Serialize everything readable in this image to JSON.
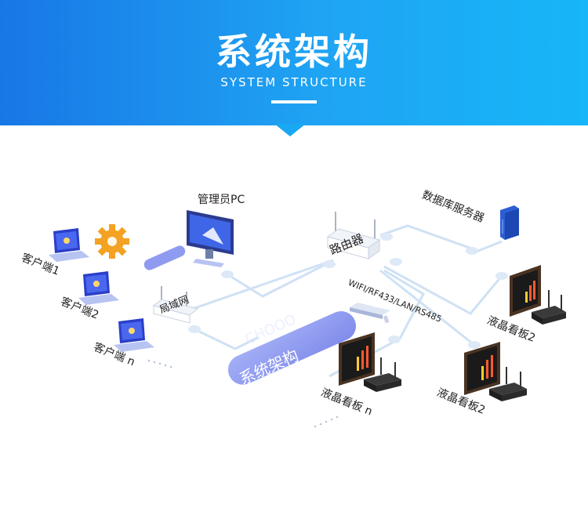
{
  "header": {
    "title": "系统架构",
    "subtitle": "SYSTEM STRUCTURE"
  },
  "diagram": {
    "center_label": "系统架构",
    "watermark": "CHOOO",
    "router_label": "路由器",
    "lan_label": "局域网",
    "admin_pc_label": "管理员PC",
    "db_server_label": "数据库服务器",
    "link_label": "WIFI/RF433/LAN/RS485",
    "clients": [
      {
        "label": "客户端1"
      },
      {
        "label": "客户端2"
      },
      {
        "label": "客户端 n"
      }
    ],
    "boards": [
      {
        "label": "液晶看板2"
      },
      {
        "label": "液晶看板2"
      },
      {
        "label": "液晶看板 n"
      }
    ],
    "colors": {
      "header_start": "#1877e6",
      "header_end": "#16b6f8",
      "line": "#c9def3",
      "node_dot": "#dbe8f7",
      "pill": "#8f9bf0",
      "gear": "#f3a223"
    }
  }
}
